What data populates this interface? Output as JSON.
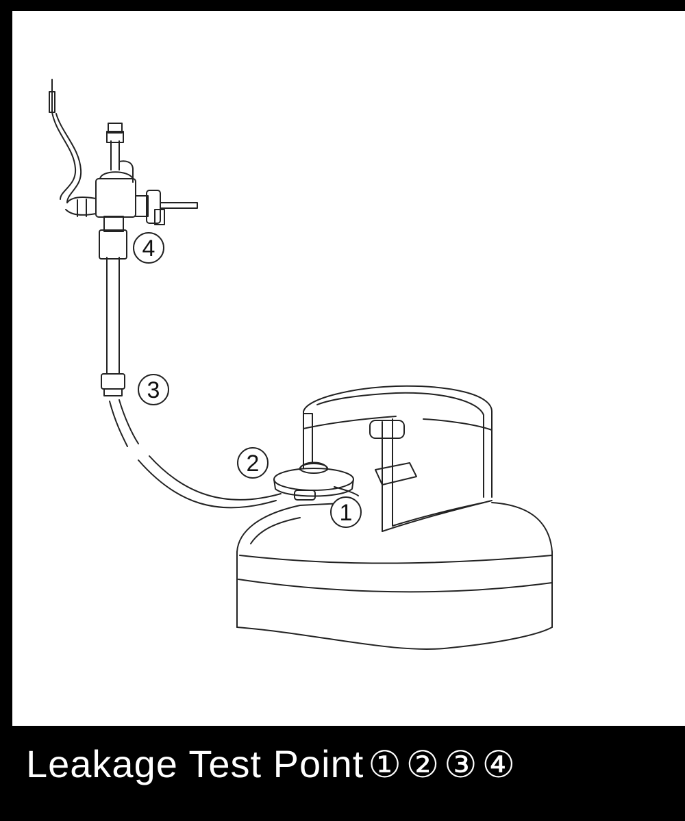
{
  "caption": {
    "prefix": "Leakage Test Point",
    "points": [
      "①",
      "②",
      "③",
      "④"
    ]
  },
  "labels": {
    "p1": "1",
    "p2": "2",
    "p3": "3",
    "p4": "4"
  },
  "colors": {
    "background": "#000000",
    "panel": "#ffffff",
    "line": "#222222",
    "caption_text": "#ffffff"
  }
}
